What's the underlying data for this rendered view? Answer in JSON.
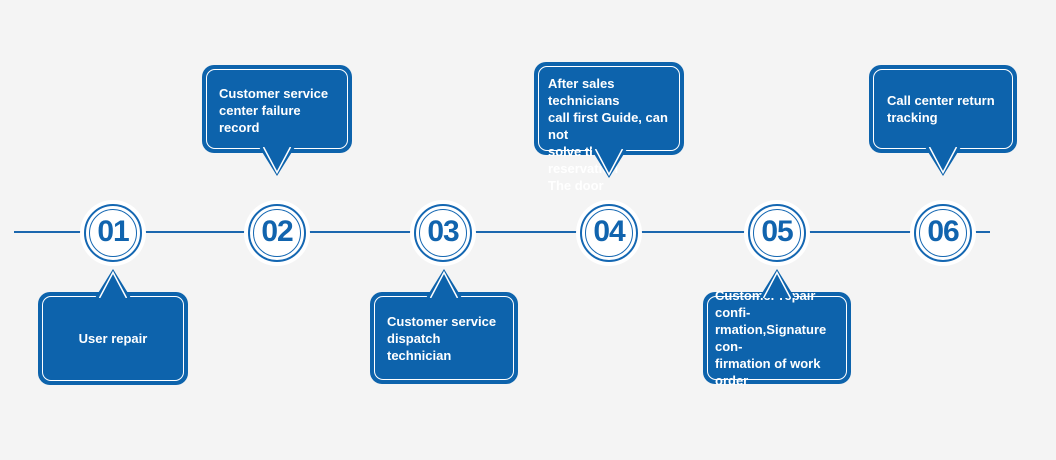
{
  "diagram": {
    "type": "process-timeline",
    "background_color": "#f4f4f4",
    "accent_color": "#0d63ac",
    "node_text_color": "#1164ae",
    "caption_text_color": "#ffffff",
    "timeline": {
      "orientation": "horizontal",
      "step_count": 6
    },
    "steps": [
      {
        "number": "01",
        "caption": "User repair",
        "bubble_position": "below"
      },
      {
        "number": "02",
        "caption": "Customer service\ncenter failure record",
        "bubble_position": "above"
      },
      {
        "number": "03",
        "caption": "Customer service\ndispatch technician",
        "bubble_position": "below"
      },
      {
        "number": "04",
        "caption": "After sales technicians\ncall first Guide, can not\nsolve the reservation\nThe door",
        "bubble_position": "above"
      },
      {
        "number": "05",
        "caption": "Customer repair confi-\nrmation,Signature con-\nfirmation of work order",
        "bubble_position": "below"
      },
      {
        "number": "06",
        "caption": "Call center return\ntracking",
        "bubble_position": "above"
      }
    ]
  }
}
